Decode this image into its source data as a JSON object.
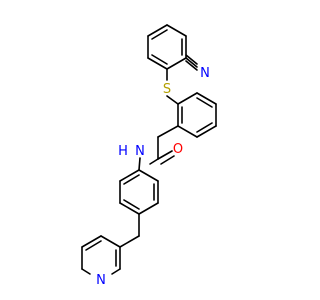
{
  "molecule": {
    "atoms": {
      "sulfur": "S",
      "nitrogen_nitrile": "N",
      "nitrogen_amide": "N",
      "hydrogen_amide": "H",
      "oxygen": "O",
      "nitrogen_pyridine": "N"
    },
    "colors": {
      "bond": "#000000",
      "sulfur": "#b3a000",
      "nitrogen": "#0000ff",
      "oxygen": "#ff0000"
    }
  }
}
